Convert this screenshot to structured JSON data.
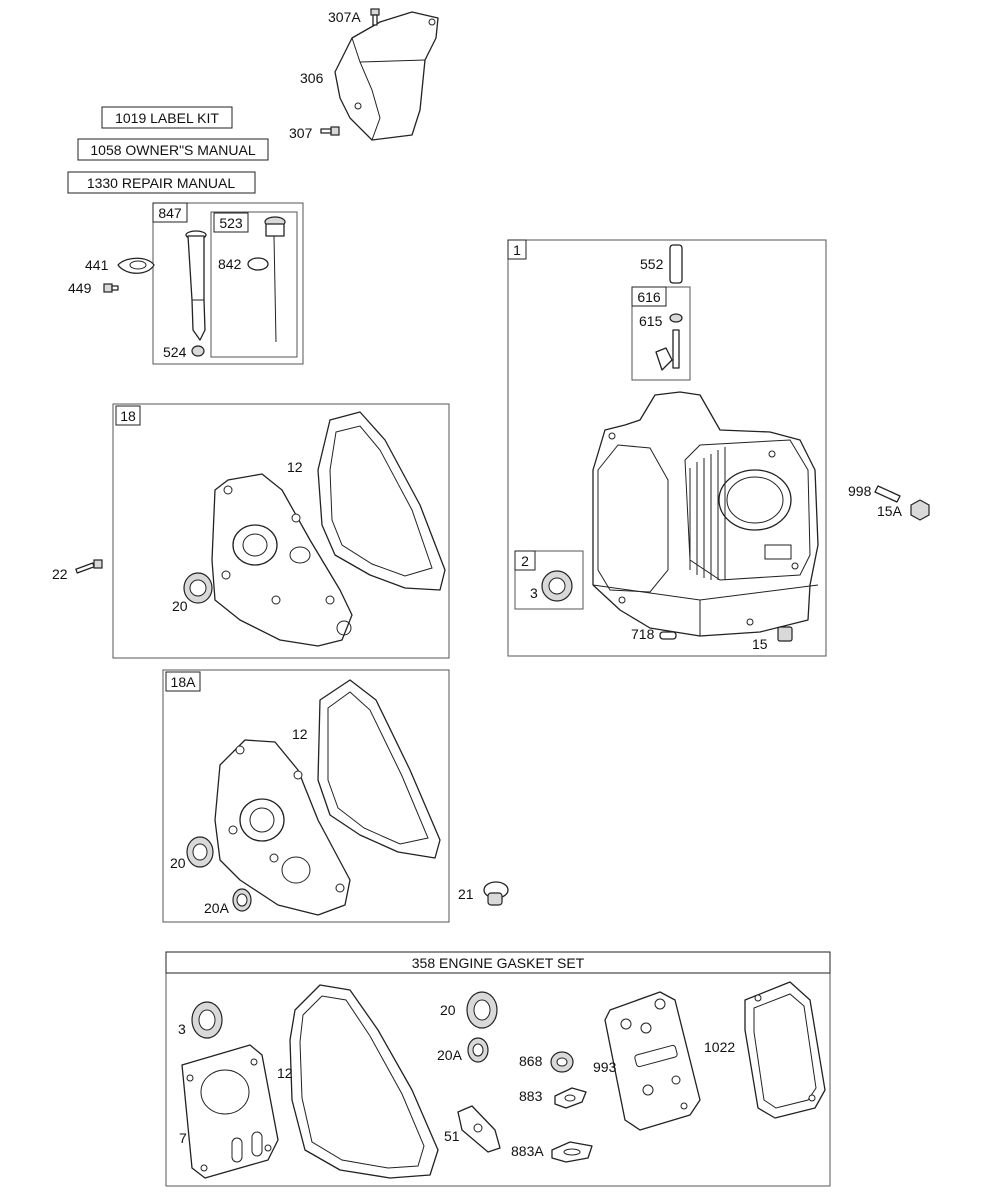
{
  "boxed_labels": {
    "label_kit": "1019 LABEL KIT",
    "owners_manual": "1058 OWNER\"S MANUAL",
    "repair_manual": "1330 REPAIR MANUAL"
  },
  "groups": {
    "g847": "847",
    "g523": "523",
    "g1": "1",
    "g616": "616",
    "g2": "2",
    "g18": "18",
    "g18a": "18A",
    "gasket_set": "358 ENGINE GASKET SET"
  },
  "callouts": {
    "c307a": "307A",
    "c306": "306",
    "c307": "307",
    "c441": "441",
    "c449": "449",
    "c842": "842",
    "c524": "524",
    "c552": "552",
    "c615": "615",
    "c998": "998",
    "c15a": "15A",
    "c3_cyl": "3",
    "c718": "718",
    "c15": "15",
    "c12_18": "12",
    "c22": "22",
    "c20_18": "20",
    "c12_18a": "12",
    "c20_18a": "20",
    "c20a_18a": "20A",
    "c21": "21",
    "gs_3": "3",
    "gs_12": "12",
    "gs_7": "7",
    "gs_20": "20",
    "gs_20a": "20A",
    "gs_868": "868",
    "gs_883": "883",
    "gs_883a": "883A",
    "gs_51": "51",
    "gs_993": "993",
    "gs_1022": "1022"
  }
}
